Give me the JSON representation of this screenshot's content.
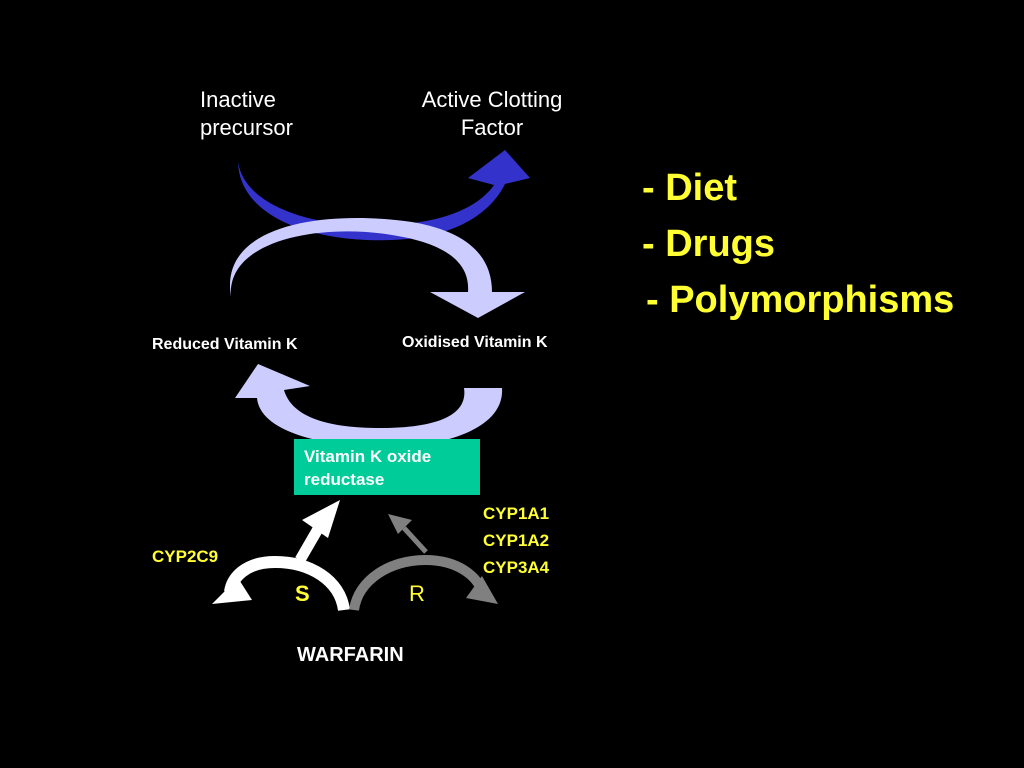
{
  "diagram": {
    "inactive_precursor": "Inactive\nprecursor",
    "active_clotting_factor": "Active Clotting\nFactor",
    "reduced_vitamin_k": "Reduced Vitamin K",
    "oxidised_vitamin_k": "Oxidised Vitamin K",
    "vkor_box": "Vitamin K oxide reductase",
    "cyp2c9": "CYP2C9",
    "cyp_r_list": [
      "CYP1A1",
      "CYP1A2",
      "CYP3A4"
    ],
    "s_enantiomer": "S",
    "r_enantiomer": "R",
    "warfarin": "WARFARIN"
  },
  "factors": {
    "items": [
      "- Diet",
      "- Drugs",
      "- Polymorphisms"
    ]
  },
  "colors": {
    "background": "#000000",
    "clotting_arrow": "#3333cc",
    "vitamin_cycle_arrow": "#ccccff",
    "enzyme_box": "#00cc99",
    "highlight_text": "#ffff33",
    "s_arrow": "#ffffff",
    "r_arrow": "#808080"
  }
}
